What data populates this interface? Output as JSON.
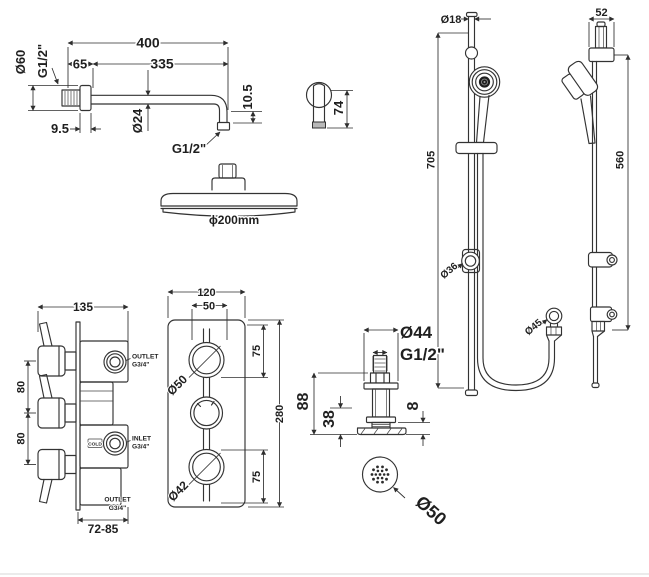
{
  "colors": {
    "background": "#ffffff",
    "line": "#333333"
  },
  "shower_arm": {
    "overall": "400",
    "wall_section": "65",
    "arm_section": "335",
    "flange_dia": "Ø60",
    "wall_thread": "G1/2\"",
    "flange_depth": "9.5",
    "arm_dia": "Ø24",
    "drop": "10.5",
    "outlet_thread": "G1/2\""
  },
  "shower_head": {
    "dia": "ϕ200mm"
  },
  "wall_elbow": {
    "height": "74"
  },
  "rail_front": {
    "rail_dia": "Ø18",
    "height": "705",
    "glide_dia": "Ø36",
    "elbow_dia": "Ø45"
  },
  "rail_side": {
    "bracket_width": "52",
    "span": "560"
  },
  "valve_side": {
    "width": "135",
    "pitch_upper": "80",
    "pitch_lower": "80",
    "depth": "72-85",
    "port_top_l1": "OUTLET",
    "port_top_l2": "G3/4\"",
    "cold": "COLD",
    "port_mid_l1": "INLET",
    "port_mid_l2": "G3/4\"",
    "port_bottom_l1": "OUTLET",
    "port_bottom_l2": "G3/4\""
  },
  "valve_front": {
    "width": "120",
    "spacing": "50",
    "upper_offset": "75",
    "height": "280",
    "lower_offset": "75",
    "knob_top_dia": "Ø50",
    "knob_bottom_dia": "Ø42"
  },
  "body_jet": {
    "flange_dia": "Ø44",
    "thread": "G1/2\"",
    "height": "88",
    "depth": "38",
    "gap": "8",
    "face_dia": "Ø50"
  }
}
